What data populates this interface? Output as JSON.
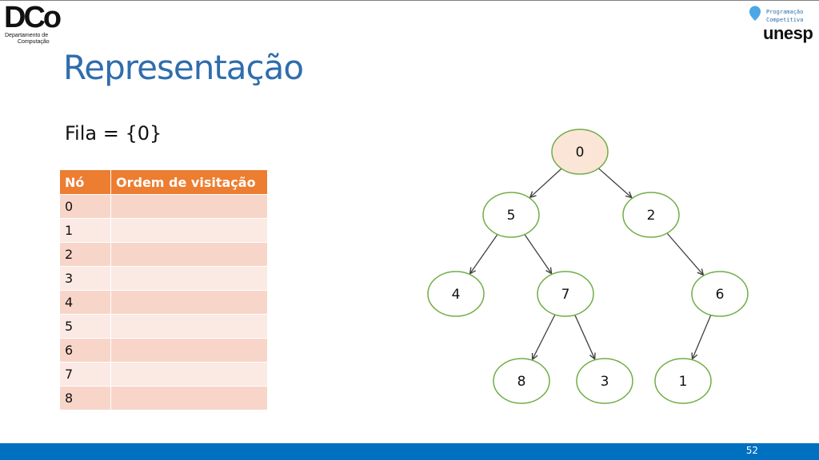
{
  "header": {
    "dco_logo": {
      "mark": "DCo",
      "subtitle_line1": "Departamento de",
      "subtitle_line2": "Computação"
    },
    "unesp_logo": {
      "line1": "Programação",
      "line2": "Competitiva",
      "wordmark": "unesp"
    }
  },
  "title": "Representação",
  "queue_text": "Fila = {0}",
  "table": {
    "headers": [
      "Nó",
      "Ordem de visitação"
    ],
    "rows": [
      {
        "node": "0",
        "order": ""
      },
      {
        "node": "1",
        "order": ""
      },
      {
        "node": "2",
        "order": ""
      },
      {
        "node": "3",
        "order": ""
      },
      {
        "node": "4",
        "order": ""
      },
      {
        "node": "5",
        "order": ""
      },
      {
        "node": "6",
        "order": ""
      },
      {
        "node": "7",
        "order": ""
      },
      {
        "node": "8",
        "order": ""
      }
    ]
  },
  "tree": {
    "nodes": [
      {
        "label": "0",
        "state": "queued"
      },
      {
        "label": "5",
        "state": "unvisited"
      },
      {
        "label": "2",
        "state": "unvisited"
      },
      {
        "label": "4",
        "state": "unvisited"
      },
      {
        "label": "7",
        "state": "unvisited"
      },
      {
        "label": "6",
        "state": "unvisited"
      },
      {
        "label": "8",
        "state": "unvisited"
      },
      {
        "label": "3",
        "state": "unvisited"
      },
      {
        "label": "1",
        "state": "unvisited"
      }
    ],
    "edges": [
      [
        "0",
        "5"
      ],
      [
        "0",
        "2"
      ],
      [
        "5",
        "4"
      ],
      [
        "5",
        "7"
      ],
      [
        "2",
        "6"
      ],
      [
        "7",
        "8"
      ],
      [
        "7",
        "3"
      ],
      [
        "6",
        "1"
      ]
    ],
    "colors": {
      "node_stroke": "#70ad47",
      "unvisited_fill": "#ffffff",
      "queued_fill": "#fbe5d6",
      "edge": "#404040"
    }
  },
  "colors": {
    "title": "#2f6dad",
    "header_accent": "#ed7d31",
    "footer": "#0070c0"
  },
  "footer": {
    "page_number": "52"
  }
}
